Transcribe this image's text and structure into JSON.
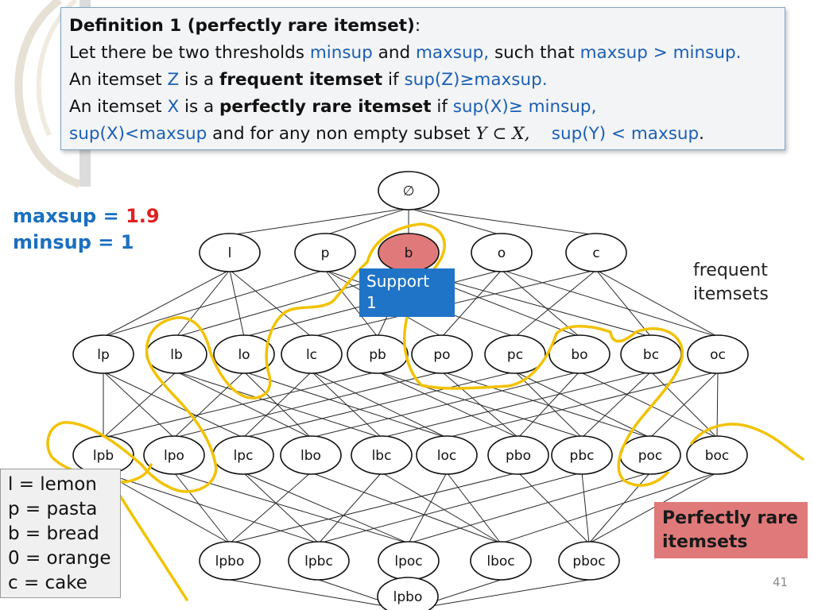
{
  "definition": {
    "title": "Definition 1 (perfectly rare itemset)",
    "title_suffix": ":",
    "line1": {
      "t1": "Let there be two thresholds ",
      "minsup": "minsup",
      "t2": " and ",
      "maxsup": "maxsup,",
      "t3": " such that ",
      "cond": "maxsup > minsup."
    },
    "line2": {
      "t1": "An itemset ",
      "z": "Z",
      "t2": " is a ",
      "bold": "frequent itemset",
      "t3": " if ",
      "cond": "sup(Z)≥maxsup."
    },
    "line3": {
      "t1": "An itemset ",
      "x": "X",
      "t2": " is a ",
      "bold": "perfectly rare itemset",
      "t3": " if ",
      "cond": "sup(X)≥ minsup,"
    },
    "line4": {
      "cond1": "sup(X)<maxsup",
      "t1": " and for any non empty  subset ",
      "math": "Y ⊂ X,",
      "cond2": "sup(Y) < maxsup",
      "t2": "."
    }
  },
  "params": {
    "maxsup_label": "maxsup = ",
    "maxsup_value": "1.9",
    "minsup_label": "minsup = ",
    "minsup_value": "1"
  },
  "support_box": {
    "line1": "Support",
    "line2": "1"
  },
  "frequent_label": "frequent itemsets",
  "legend": [
    "l = lemon",
    "p = pasta",
    "b = bread",
    "0 = orange",
    "c = cake"
  ],
  "rare_label": "Perfectly rare itemsets",
  "page_number": "41",
  "lattice": {
    "empty": "∅",
    "level1": [
      "l",
      "p",
      "b",
      "o",
      "c"
    ],
    "level2": [
      "lp",
      "lb",
      "lo",
      "lc",
      "pb",
      "po",
      "pc",
      "bo",
      "bc",
      "oc"
    ],
    "level3": [
      "lpb",
      "lpo",
      "lpc",
      "lbo",
      "lbc",
      "loc",
      "pbo",
      "pbc",
      "poc",
      "boc"
    ],
    "level4": [
      "lpbo",
      "lpbc",
      "lpoc",
      "lboc",
      "pboc"
    ],
    "level5": [
      "lpbo"
    ],
    "highlighted": "b"
  },
  "colors": {
    "annotation": "#f2c200",
    "highlight_node": "#e07a7a",
    "blue_text": "#1a5fb4",
    "support_box": "#1f74c7"
  }
}
